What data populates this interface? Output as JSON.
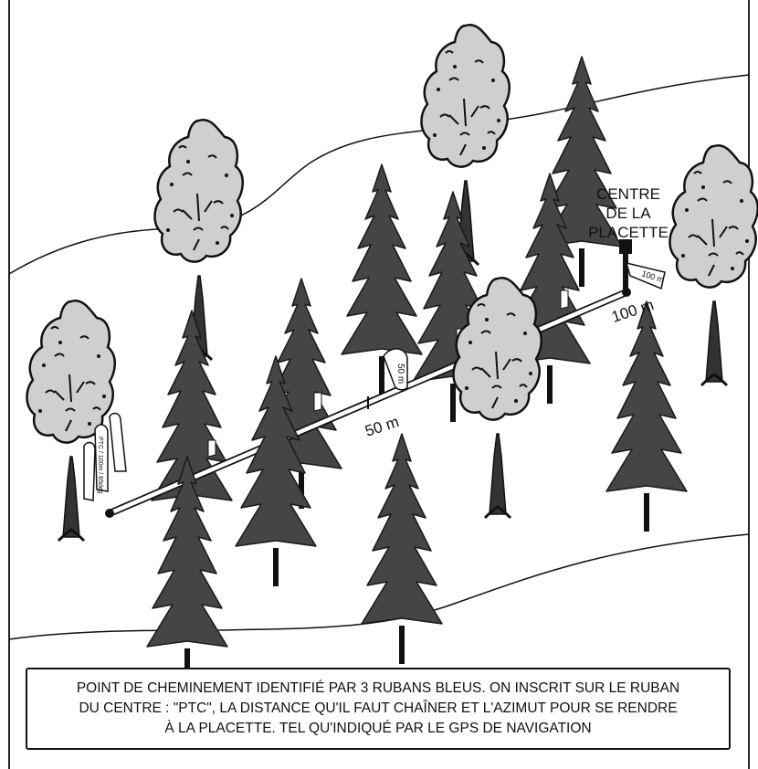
{
  "labels": {
    "center_line1": "CENTRE",
    "center_line2": "DE LA",
    "center_line3": "PLACETTE",
    "distance_100": "100 m",
    "distance_50": "50 m",
    "ribbon_center": "100 m",
    "ribbon_mid": "50 m",
    "ribbon_ptc": "PTC / 100m / 85deg"
  },
  "caption": {
    "line1": "POINT DE CHEMINEMENT IDENTIFIÉ PAR 3 RUBANS BLEUS. ON INSCRIT SUR LE RUBAN",
    "line2": "DU CENTRE : \"PTC\", LA DISTANCE QU'IL FAUT CHAÎNER ET L'AZIMUT POUR SE RENDRE",
    "line3": "À LA PLACETTE. TEL QU'INDIQUÉ PAR LE GPS DE NAVIGATION"
  }
}
